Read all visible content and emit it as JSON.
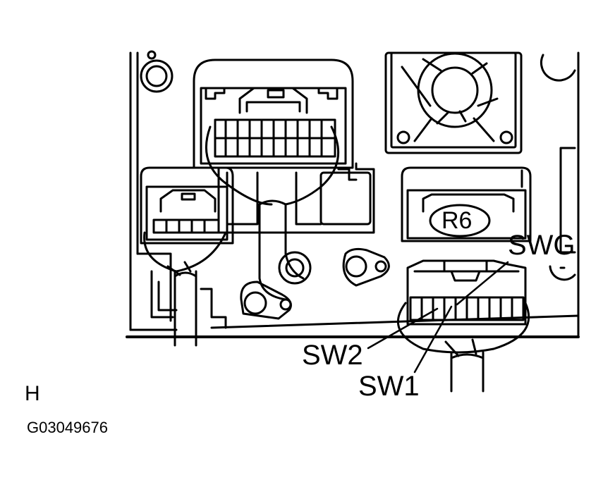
{
  "figure": {
    "connector_label": "R6",
    "callouts": {
      "swg": "SWG",
      "sw2": "SW2",
      "sw1": "SW1"
    },
    "view_letter": "H",
    "figure_code": "G03049676"
  }
}
